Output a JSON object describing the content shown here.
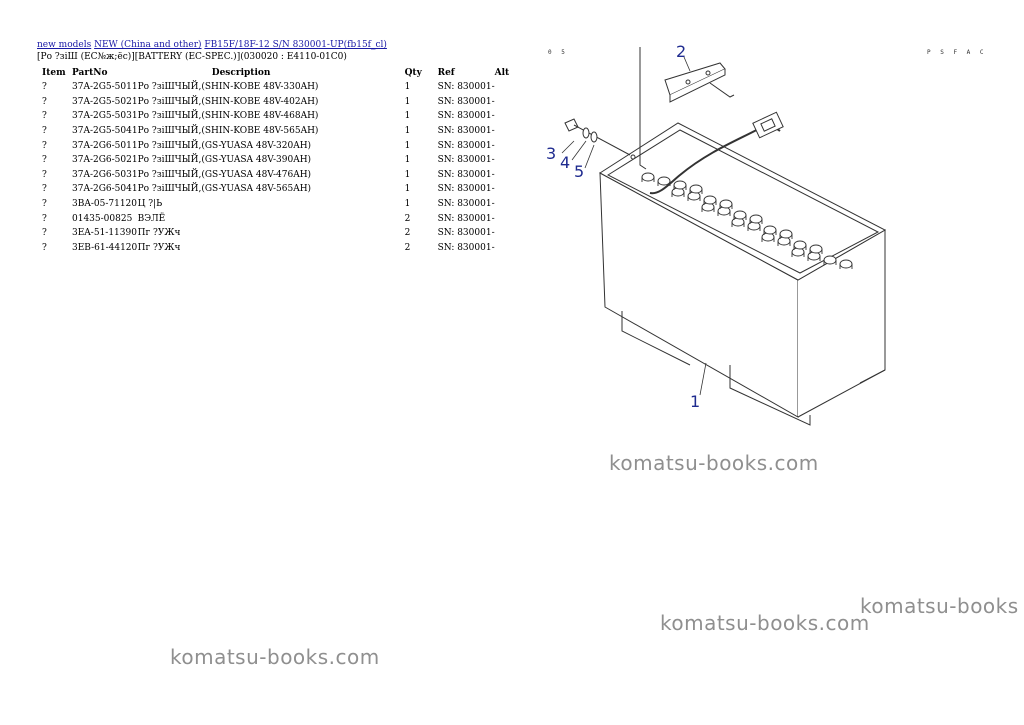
{
  "breadcrumb": {
    "link1": "new models",
    "link2": "NEW (China and other)",
    "link3": "FB15F/18F-12 S/N 830001-UP(fb15f_cl)"
  },
  "subtitle": "[Ро ?зiШ (EC№ж;ёс)][BATTERY (EC-SPEC.)](030020 : E4110-01C0)",
  "table": {
    "headers": {
      "item": "Item",
      "partno": "PartNo",
      "description": "Description",
      "qty": "Qty",
      "ref": "Ref",
      "alt": "Alt"
    },
    "rows": [
      {
        "item": "?",
        "partno": "37A-2G5-5011",
        "description": "Ро ?зiШЧЫЙ,(SHIN-KOBE 48V-330AH)",
        "qty": "1",
        "ref": "SN: 830001-"
      },
      {
        "item": "?",
        "partno": "37A-2G5-5021",
        "description": "Ро ?зiШЧЫЙ,(SHIN-KOBE 48V-402AH)",
        "qty": "1",
        "ref": "SN: 830001-"
      },
      {
        "item": "?",
        "partno": "37A-2G5-5031",
        "description": "Ро ?зiШЧЫЙ,(SHIN-KOBE 48V-468AH)",
        "qty": "1",
        "ref": "SN: 830001-"
      },
      {
        "item": "?",
        "partno": "37A-2G5-5041",
        "description": "Ро ?зiШЧЫЙ,(SHIN-KOBE 48V-565AH)",
        "qty": "1",
        "ref": "SN: 830001-"
      },
      {
        "item": "?",
        "partno": "37A-2G6-5011",
        "description": "Ро ?зiШЧЫЙ,(GS-YUASA 48V-320AH)",
        "qty": "1",
        "ref": "SN: 830001-"
      },
      {
        "item": "?",
        "partno": "37A-2G6-5021",
        "description": "Ро ?зiШЧЫЙ,(GS-YUASA 48V-390AH)",
        "qty": "1",
        "ref": "SN: 830001-"
      },
      {
        "item": "?",
        "partno": "37A-2G6-5031",
        "description": "Ро ?зiШЧЫЙ,(GS-YUASA 48V-476AH)",
        "qty": "1",
        "ref": "SN: 830001-"
      },
      {
        "item": "?",
        "partno": "37A-2G6-5041",
        "description": "Ро ?зiШЧЫЙ,(GS-YUASA 48V-565AH)",
        "qty": "1",
        "ref": "SN: 830001-"
      },
      {
        "item": "?",
        "partno": "3BA-05-71120",
        "description": "Ц ?|Ь",
        "qty": "1",
        "ref": "SN: 830001-"
      },
      {
        "item": "?",
        "partno": "01435-00825",
        "description": "ВЭЛЁ",
        "qty": "2",
        "ref": "SN: 830001-"
      },
      {
        "item": "?",
        "partno": "3EA-51-11390",
        "description": "Пг ?УЖч",
        "qty": "2",
        "ref": "SN: 830001-"
      },
      {
        "item": "?",
        "partno": "3EB-61-44120",
        "description": "Пг ?УЖч",
        "qty": "2",
        "ref": "SN: 830001-"
      }
    ]
  },
  "diagram": {
    "corner_left": "0 5",
    "corner_right": "P S F A C",
    "callouts": [
      "1",
      "2",
      "3",
      "4",
      "5"
    ]
  },
  "watermarks": [
    "komatsu-books.com",
    "komatsu-books",
    "komatsu-books.com",
    "komatsu-books.com"
  ]
}
